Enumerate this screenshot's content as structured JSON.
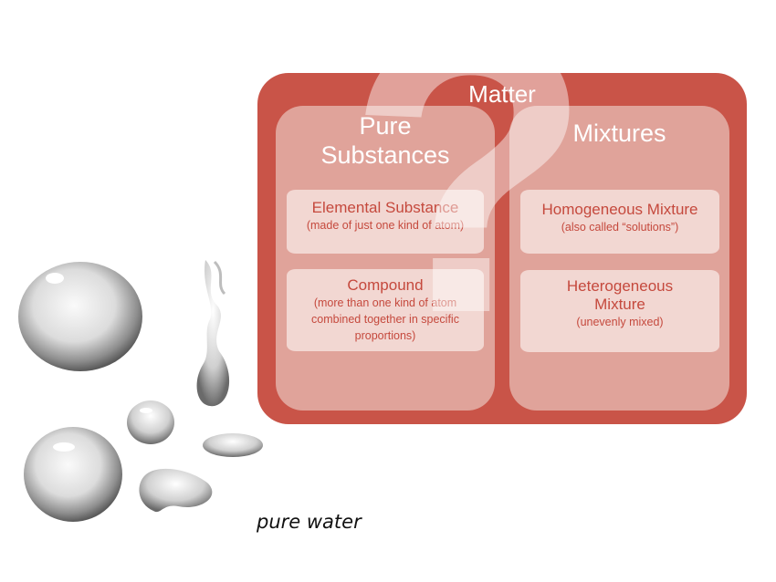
{
  "diagram": {
    "title": "Matter",
    "pure_substances": {
      "title": "Pure Substances",
      "items": [
        {
          "title": "Elemental Substance",
          "subtitle": "(made of just one kind of atom)"
        },
        {
          "title": "Compound",
          "subtitle": "(more than one kind of atom combined together in specific proportions)"
        }
      ]
    },
    "mixtures": {
      "title": "Mixtures",
      "items": [
        {
          "title": "Homogeneous Mixture",
          "subtitle": "(also called “solutions”)"
        },
        {
          "title": "Heterogeneous Mixture",
          "subtitle": "(unevenly mixed)"
        }
      ]
    },
    "overlay_symbol": "?"
  },
  "caption": "pure water",
  "colors": {
    "outer": "#c95448",
    "panel": "#e0a39a",
    "item": "#f2d7d2",
    "item_text": "#c5493d"
  },
  "image": {
    "icon": "water-drops-illustration"
  }
}
